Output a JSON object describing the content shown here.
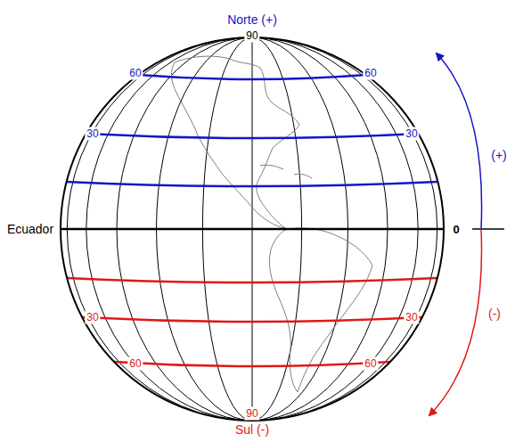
{
  "diagram": {
    "labels": [
      "Norte (+)",
      "90",
      "60",
      "60",
      "30",
      "30",
      "Ecuador",
      "0",
      "(+)",
      "30",
      "30",
      "60",
      "60",
      "90",
      "Sul (-)",
      "(-)"
    ]
  }
}
